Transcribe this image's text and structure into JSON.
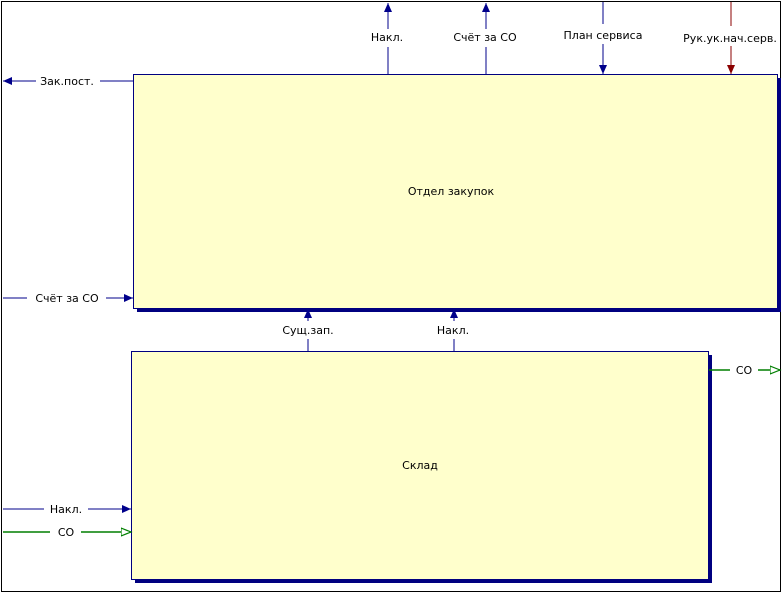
{
  "colors": {
    "box_fill": "#ffffcc",
    "box_border": "#000080",
    "arrow_blue": "#00008b",
    "arrow_red": "#8b0000",
    "arrow_green": "#007f00",
    "frame": "#000000"
  },
  "boxes": {
    "purchasing": "Отдел закупок",
    "warehouse": "Склад"
  },
  "arrows": {
    "out_nakl_top": "Накл.",
    "out_invoice_top": "Счёт за СО",
    "in_service_plan": "План сервиса",
    "in_manager": "Рук.ук.нач.серв.",
    "out_zakpost": "Зак.пост.",
    "in_invoice_left": "Счёт за СО",
    "wh_to_pur_sushzap": "Сущ.зап.",
    "wh_to_pur_nakl": "Накл.",
    "out_co_right": "СО",
    "in_nakl_wh": "Накл.",
    "in_co_wh": "СО"
  }
}
